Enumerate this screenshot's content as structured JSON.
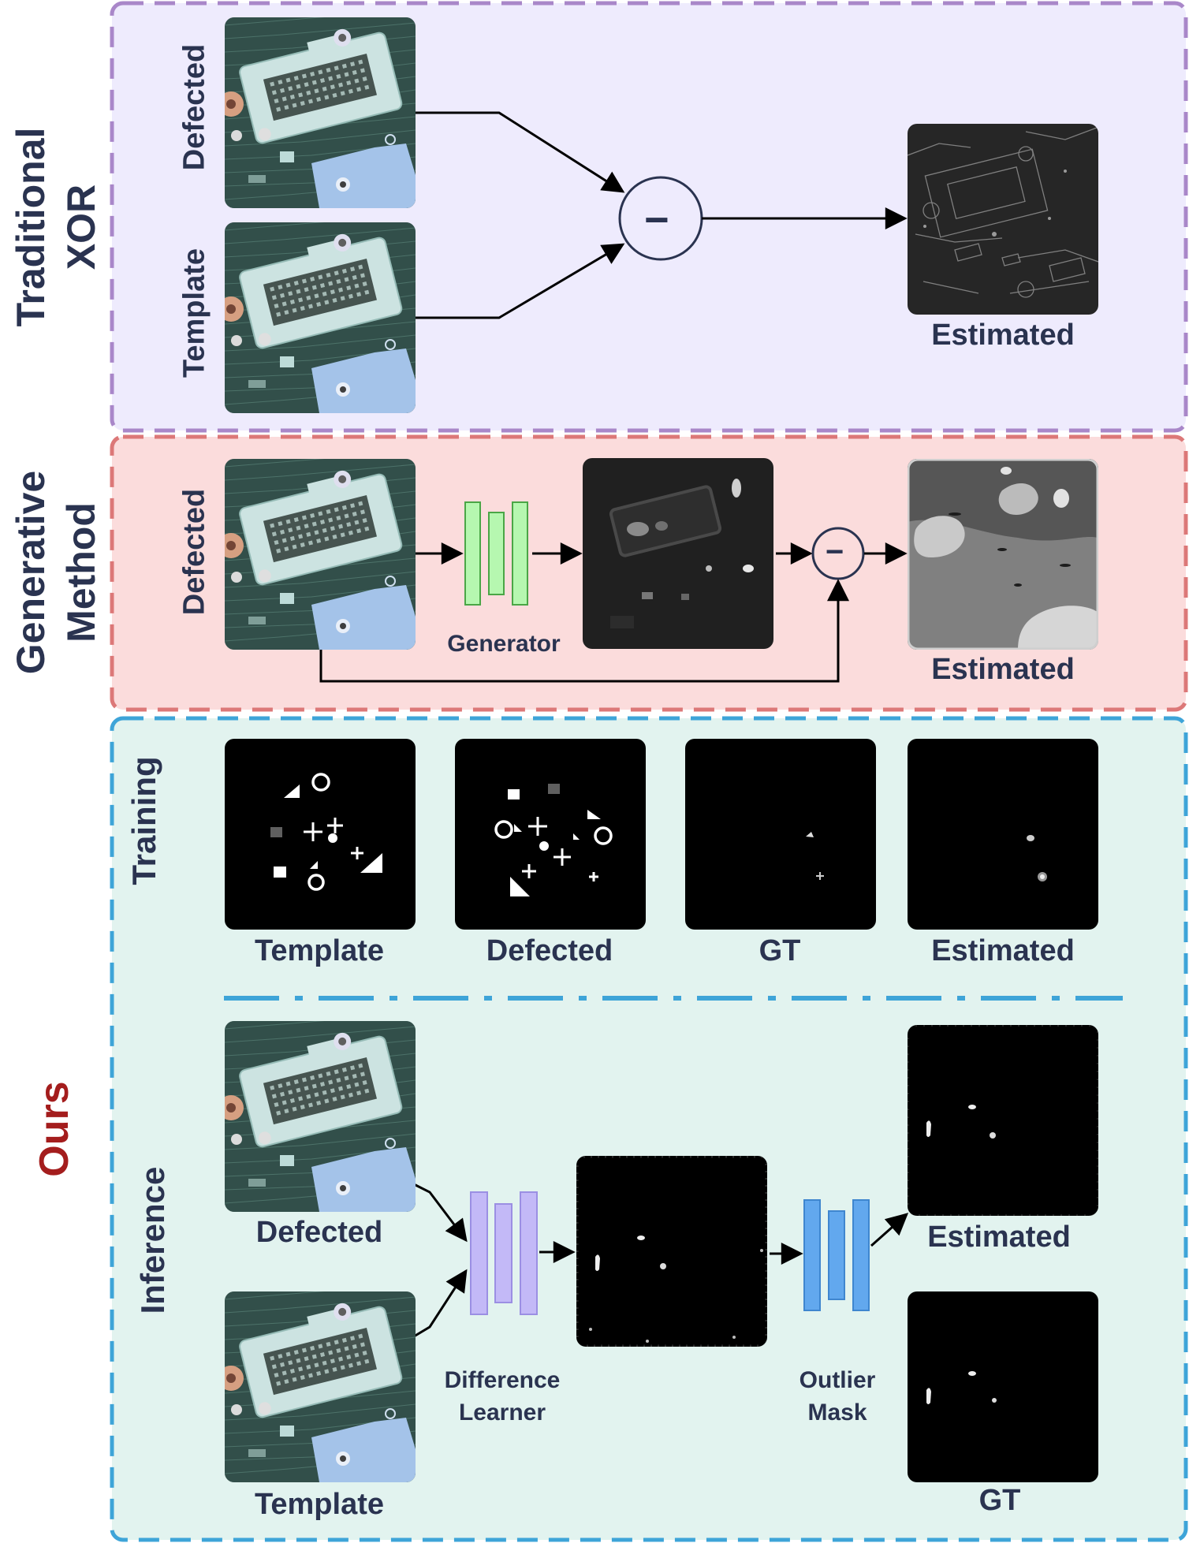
{
  "colors": {
    "traditional_panel_fill": "#eeebfd",
    "traditional_panel_border": "#a987c9",
    "generative_panel_fill": "#fbdcdc",
    "generative_panel_border": "#dc7878",
    "ours_panel_fill": "#e2f3ef",
    "ours_panel_border": "#3ea4d8",
    "text_dark": "#2a3350",
    "ours_label": "#a41d1d",
    "generator_block": "#b6f7b0",
    "difference_learner_block": "#c3b9f7",
    "outlier_mask_block": "#62a8ee"
  },
  "traditional": {
    "group_label_line1": "Traditional",
    "group_label_line2": "XOR",
    "defected_label": "Defected",
    "template_label": "Template",
    "operator_symbol": "−",
    "estimated_label": "Estimated"
  },
  "generative": {
    "group_label_line1": "Generative",
    "group_label_line2": "Method",
    "defected_label": "Defected",
    "generator_label": "Generator",
    "operator_symbol": "−",
    "estimated_label": "Estimated"
  },
  "ours": {
    "group_label": "Ours",
    "training": {
      "row_label": "Training",
      "template_label": "Template",
      "defected_label": "Defected",
      "gt_label": "GT",
      "estimated_label": "Estimated"
    },
    "inference": {
      "row_label": "Inference",
      "defected_label": "Defected",
      "template_label": "Template",
      "difference_learner_line1": "Difference",
      "difference_learner_line2": "Learner",
      "outlier_mask_line1": "Outlier",
      "outlier_mask_line2": "Mask",
      "estimated_label": "Estimated",
      "gt_label": "GT"
    }
  }
}
